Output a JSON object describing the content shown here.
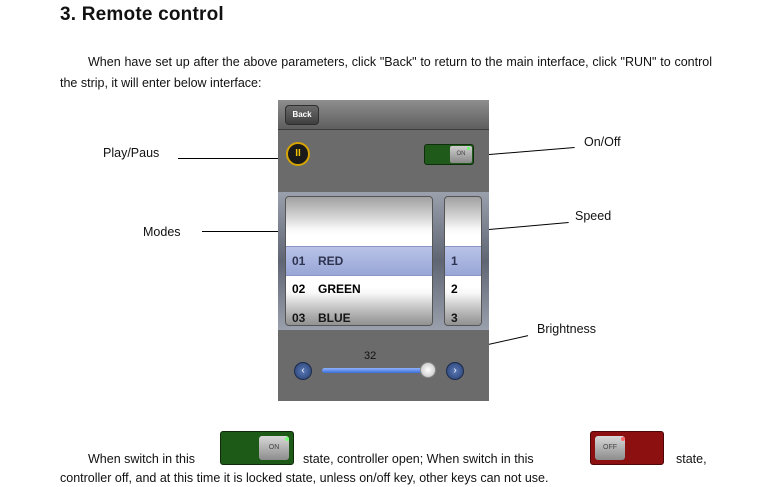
{
  "heading": "3. Remote control",
  "intro": "When have set up after the above parameters, click \"Back\" to return to the main interface, click \"RUN\" to control the strip, it will enter below interface:",
  "labels": {
    "play_pause": "Play/Paus",
    "on_off": "On/Off",
    "modes": "Modes",
    "speed": "Speed",
    "brightness": "Brightness"
  },
  "phone": {
    "back_label": "Back",
    "pause_glyph": "II",
    "switch_label": "ON",
    "modes": [
      {
        "num": "01",
        "name": "RED"
      },
      {
        "num": "02",
        "name": "GREEN"
      },
      {
        "num": "03",
        "name": "BLUE"
      }
    ],
    "speeds": [
      "1",
      "2",
      "3"
    ],
    "brightness_value": "32",
    "left_arrow": "‹",
    "right_arrow": "›"
  },
  "footer": {
    "part1": "When switch in this",
    "part2": "state, controller open; When switch in this",
    "part3": "state,",
    "part4": "controller off, and at this time it is locked state, unless on/off key, other keys can not use.",
    "on_label": "ON",
    "off_label": "OFF"
  },
  "colors": {
    "switch_on": "#1e5a17",
    "switch_off": "#8c1010",
    "selection": "#98a6d6"
  }
}
